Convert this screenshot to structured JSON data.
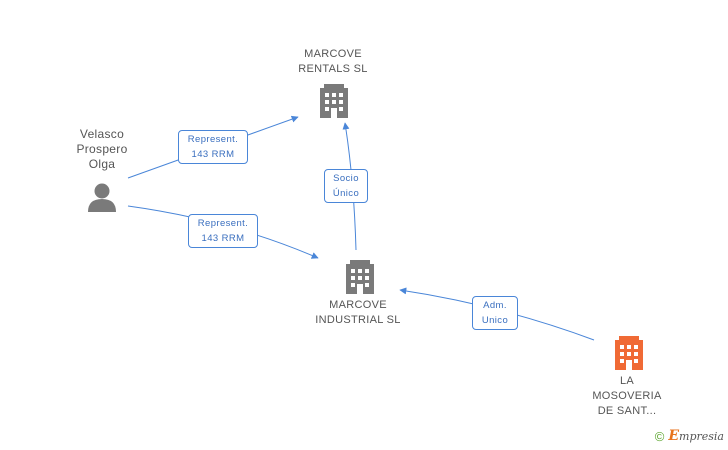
{
  "nodes": {
    "marcove_rentals": {
      "name_lines": [
        "MARCOVE",
        "RENTALS SL"
      ],
      "type": "company",
      "color": "#7a7a7a"
    },
    "velasco": {
      "name_lines": [
        "Velasco",
        "Prospero",
        "Olga"
      ],
      "type": "person",
      "color": "#7a7a7a"
    },
    "marcove_industrial": {
      "name_lines": [
        "MARCOVE",
        "INDUSTRIAL SL"
      ],
      "type": "company",
      "color": "#7a7a7a"
    },
    "la_mosoveria": {
      "name_lines": [
        "LA",
        "MOSOVERIA",
        "DE SANT..."
      ],
      "type": "company",
      "color": "#f06a35"
    }
  },
  "edges": [
    {
      "from": "velasco",
      "to": "marcove_rentals",
      "label_lines": [
        "Represent.",
        "143 RRM"
      ]
    },
    {
      "from": "velasco",
      "to": "marcove_industrial",
      "label_lines": [
        "Represent.",
        "143 RRM"
      ]
    },
    {
      "from": "marcove_industrial",
      "to": "marcove_rentals",
      "label_lines": [
        "Socio",
        "Único"
      ]
    },
    {
      "from": "la_mosoveria",
      "to": "marcove_industrial",
      "label_lines": [
        "Adm.",
        "Unico"
      ]
    }
  ],
  "colors": {
    "edge": "#4a86d8",
    "node": "#7a7a7a",
    "focus": "#f06a35"
  },
  "footer": {
    "copyright": "©",
    "brand_initial": "E",
    "brand_rest": "mpresia"
  }
}
